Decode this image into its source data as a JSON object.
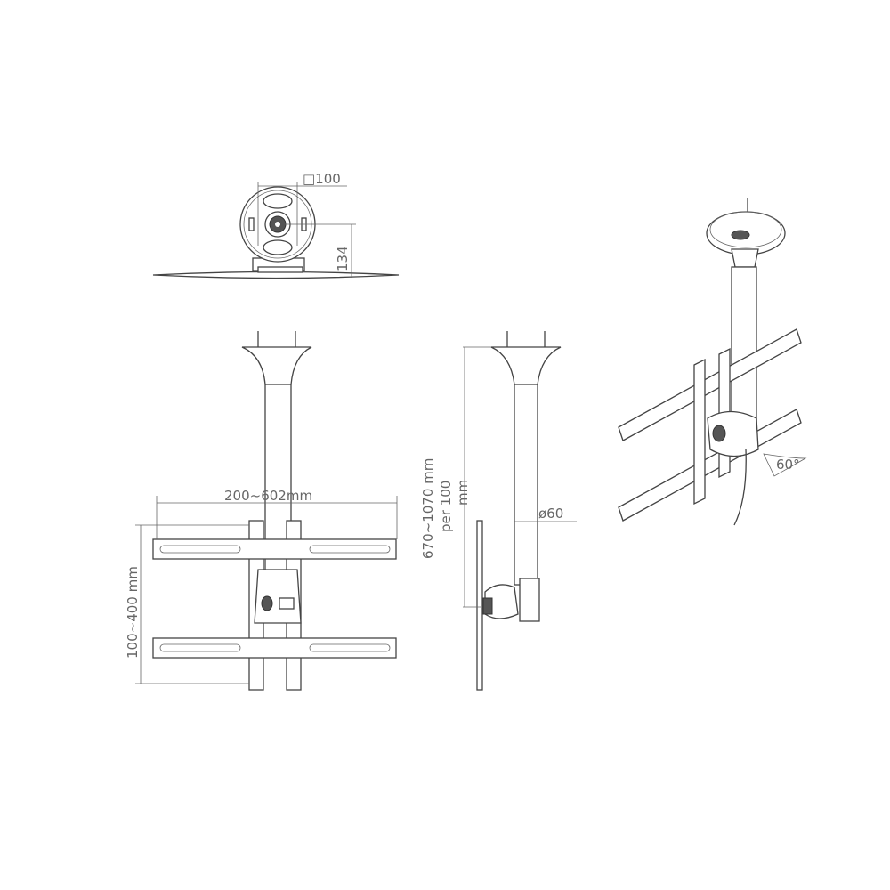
{
  "labels": {
    "square_size": "□100",
    "plate_height": "134",
    "width_range": "200~602mm",
    "height_range": "100~400 mm",
    "length_range_line1": "670~1070 mm",
    "length_range_line2": "per 100",
    "length_range_line3": "mm",
    "pole_diameter": "ø60",
    "tilt_angle": "60°"
  }
}
